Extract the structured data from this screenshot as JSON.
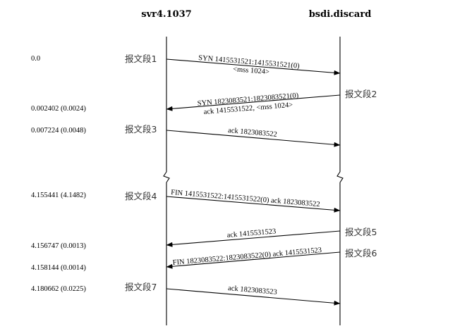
{
  "hosts": {
    "left": "svr4.1037",
    "right": "bsdi.discard"
  },
  "times": [
    "0.0",
    "0.002402 (0.0024)",
    "0.007224 (0.0048)",
    "4.155441 (4.1482)",
    "4.156747 (0.0013)",
    "4.158144 (0.0014)",
    "4.180662 (0.0225)"
  ],
  "segments": [
    {
      "label": "报文段1",
      "direction": "left-to-right",
      "text_1": "SYN 1415531521:1415531521(0)",
      "text_2": "<mss 1024>"
    },
    {
      "label": "报文段2",
      "direction": "right-to-left",
      "text_1": "SYN 1823083521:1823083521(0)",
      "text_2": "ack 1415531522, <mss 1024>"
    },
    {
      "label": "报文段3",
      "direction": "left-to-right",
      "text_1": "ack 1823083522"
    },
    {
      "label": "报文段4",
      "direction": "left-to-right",
      "text_1": "FIN 1415531522:1415531522(0) ack 1823083522"
    },
    {
      "label": "报文段5",
      "direction": "right-to-left",
      "text_1": "ack 1415531523"
    },
    {
      "label": "报文段6",
      "direction": "right-to-left",
      "text_1": "FIN 1823083522:1823083522(0) ack 1415531523"
    },
    {
      "label": "报文段7",
      "direction": "left-to-right",
      "text_1": "ack 1823083523"
    }
  ]
}
